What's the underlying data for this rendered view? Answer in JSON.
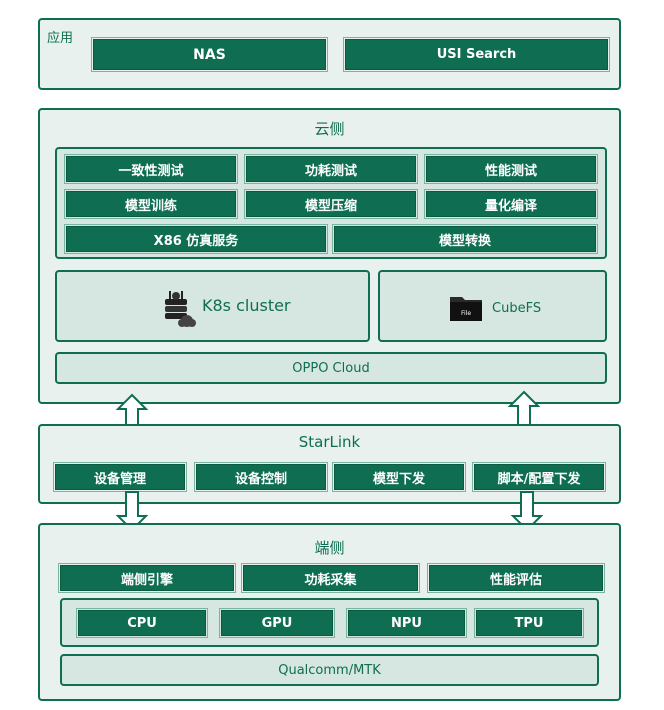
{
  "app_layer": {
    "title": "应用",
    "items": [
      "NAS",
      "USI Search"
    ]
  },
  "cloud": {
    "title": "云侧",
    "services": [
      "一致性测试",
      "功耗测试",
      "性能测试",
      "模型训练",
      "模型压缩",
      "量化编译",
      "X86 仿真服务",
      "模型转换"
    ],
    "k8s_label": "K8s cluster",
    "cubefs_label": "CubeFS",
    "cubefs_icon_text": "File",
    "platform": "OPPO Cloud"
  },
  "starlink": {
    "title": "StarLink",
    "items": [
      "设备管理",
      "设备控制",
      "模型下发",
      "脚本/配置下发"
    ]
  },
  "device": {
    "title": "端侧",
    "top_items": [
      "端侧引擎",
      "功耗采集",
      "性能评估"
    ],
    "chips": [
      "CPU",
      "GPU",
      "NPU",
      "TPU"
    ],
    "platform": "Qualcomm/MTK"
  },
  "colors": {
    "accent": "#0f6e52",
    "panel_bg": "#e8f1ee",
    "sub_bg": "#d6e6e0"
  }
}
